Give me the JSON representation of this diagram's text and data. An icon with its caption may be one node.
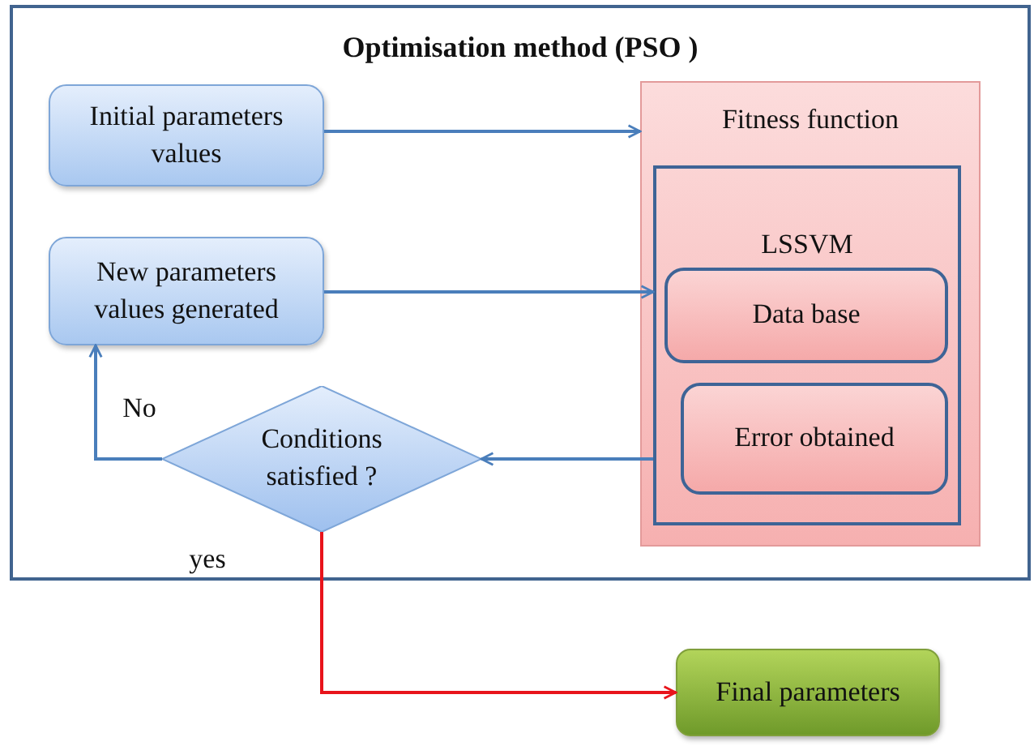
{
  "diagram": {
    "nodes": [
      {
        "text": [
          "Optimisation method (PSO )"
        ]
      },
      {
        "text": [
          "Initial parameters values"
        ],
        "in": 0
      },
      {
        "text": [
          "New parameters values generated"
        ],
        "in": 0
      },
      {
        "text": [
          "Fitness function"
        ],
        "in": 0
      },
      {
        "text": [
          "LSSVM"
        ],
        "in": 3
      },
      {
        "text": [
          "Data base"
        ],
        "in": 4
      },
      {
        "text": [
          "Error obtained"
        ],
        "in": 4
      },
      {
        "text": [
          "Conditions satisfied ?"
        ],
        "in": 0
      },
      {
        "text": [
          "Final parameters"
        ]
      }
    ],
    "edges": [
      {
        "from": 1,
        "to": 3,
        "arrow": "to"
      },
      {
        "from": 2,
        "to": 4,
        "arrow": "to"
      },
      {
        "from": 4,
        "to": 7,
        "arrow": "to"
      },
      {
        "from": 7,
        "to": 2,
        "arrow": "to",
        "label": "No"
      },
      {
        "from": 7,
        "to": 8,
        "arrow": "to",
        "label": "yes",
        "color": "#e8141b"
      }
    ]
  }
}
